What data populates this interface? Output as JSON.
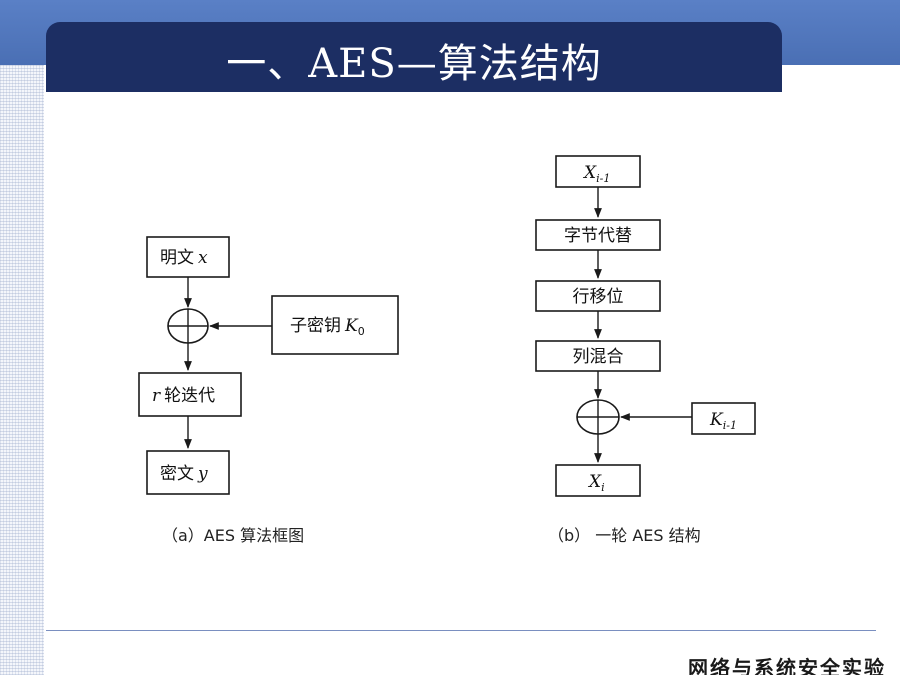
{
  "title": "一、AES—算法结构",
  "footer": "网络与系统安全实验",
  "diagram_a": {
    "plaintext_label": "明文",
    "plaintext_var": "x",
    "subkey_label": "子密钥",
    "subkey_var": "K",
    "subkey_sub": "0",
    "round_var": "r",
    "round_label": "轮迭代",
    "ciphertext_label": "密文",
    "ciphertext_var": "y",
    "caption": "（a）AES 算法框图"
  },
  "diagram_b": {
    "input_var": "X",
    "input_sub": "i-1",
    "step1": "字节代替",
    "step2": "行移位",
    "step3": "列混合",
    "key_var": "K",
    "key_sub": "i-1",
    "output_var": "X",
    "output_sub": "i",
    "caption": "（b） 一轮 AES 结构"
  }
}
